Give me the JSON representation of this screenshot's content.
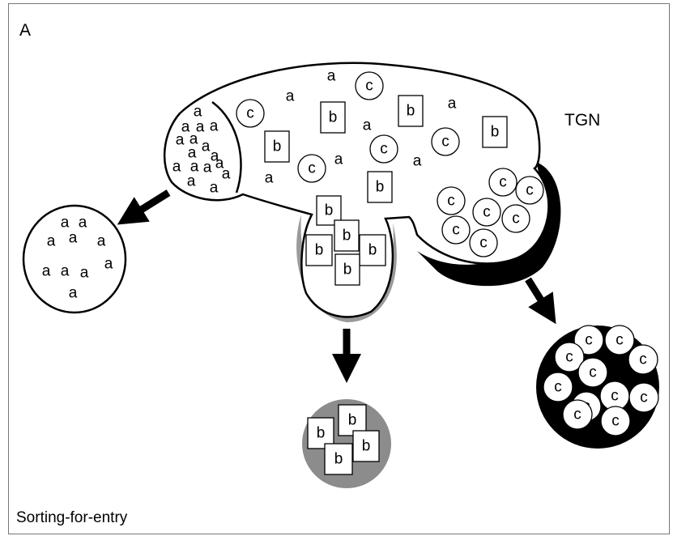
{
  "panel_label": "A",
  "organelle_label": "TGN",
  "caption": "Sorting-for-entry",
  "cargo": {
    "a": "a",
    "b": "b",
    "c": "c"
  },
  "colors": {
    "ink": "#000000",
    "coat_gray": "#9a9a9a",
    "vesicle_gray": "#8c8c8c",
    "paper": "#ffffff"
  }
}
